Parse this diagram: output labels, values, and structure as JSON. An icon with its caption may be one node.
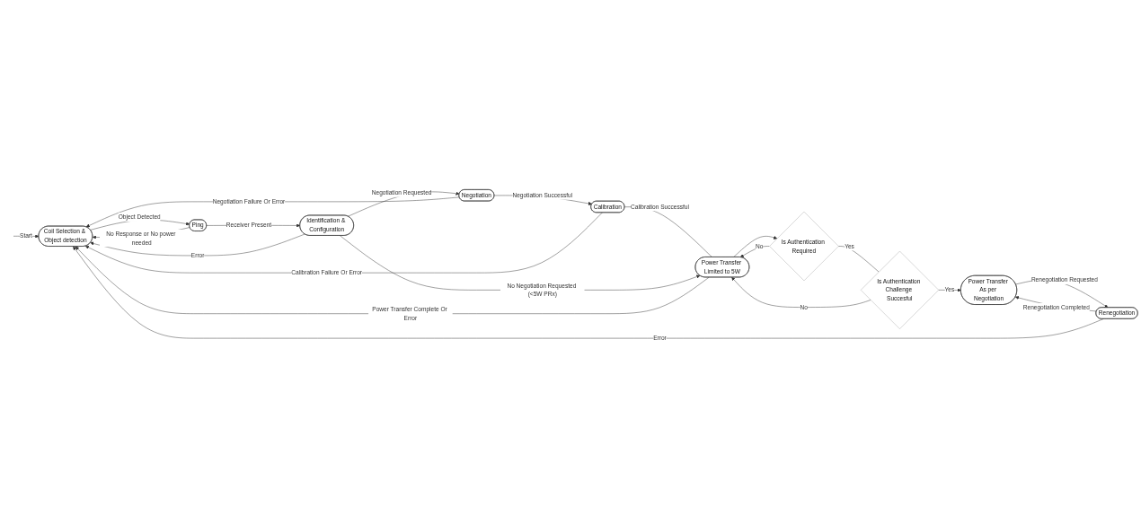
{
  "diagram": {
    "nodes": [
      {
        "text": [
          "Coil Selection & Object detection"
        ]
      },
      {
        "text": [
          "Ping"
        ]
      },
      {
        "text": [
          "Identification & Configuration"
        ]
      },
      {
        "text": [
          "Negotiation"
        ]
      },
      {
        "text": [
          "Calibration"
        ]
      },
      {
        "text": [
          "Power Transfer Limited to 5W"
        ]
      },
      {
        "text": [
          "Is Authentication Required"
        ]
      },
      {
        "text": [
          "Is Authentication Challenge Succesful"
        ]
      },
      {
        "text": [
          "Power Transfer As per Negotiation"
        ]
      },
      {
        "text": [
          "Renegotiation"
        ]
      }
    ],
    "edges": [
      {
        "from": null,
        "to": 0,
        "arrow": "to",
        "label": "Start"
      },
      {
        "from": 0,
        "to": 1,
        "arrow": "to",
        "label": "Object Detected"
      },
      {
        "from": 1,
        "to": 0,
        "arrow": "to",
        "label": "No Response or No power needed"
      },
      {
        "from": 1,
        "to": 2,
        "arrow": "to",
        "label": "Receiver Present"
      },
      {
        "from": 2,
        "to": 3,
        "arrow": "to",
        "label": "Negotiation Requested"
      },
      {
        "from": 2,
        "to": 0,
        "arrow": "to",
        "label": "Error"
      },
      {
        "from": 3,
        "to": 4,
        "arrow": "to",
        "label": "Negotiation Successful"
      },
      {
        "from": 3,
        "to": 0,
        "arrow": "to",
        "label": "Negotiation Failure Or Error"
      },
      {
        "from": 4,
        "to": 0,
        "arrow": "to",
        "label": "Calibration Failure Or Error"
      },
      {
        "from": 4,
        "to": 5,
        "arrow": "none",
        "label": "Calibration Successful"
      },
      {
        "from": 2,
        "to": 5,
        "arrow": "to",
        "label": "No Negotiation Requested (<5W PRx)"
      },
      {
        "from": 5,
        "to": 6,
        "arrow": "to"
      },
      {
        "from": 6,
        "to": 7,
        "arrow": "none",
        "label": "Yes"
      },
      {
        "from": 6,
        "to": 5,
        "arrow": "to",
        "label": "No"
      },
      {
        "from": 7,
        "to": 5,
        "arrow": "to",
        "label": "No"
      },
      {
        "from": 7,
        "to": 8,
        "arrow": "to",
        "label": "Yes"
      },
      {
        "from": 8,
        "to": 9,
        "arrow": "to",
        "label": "Renegotiation Requested"
      },
      {
        "from": 9,
        "to": 8,
        "arrow": "to",
        "label": "Renegotiation Completed"
      },
      {
        "from": 9,
        "to": 0,
        "arrow": "to",
        "label": "Error"
      },
      {
        "from": 5,
        "to": 0,
        "arrow": "to",
        "label": "Power Transfer Complete Or Error"
      }
    ]
  }
}
